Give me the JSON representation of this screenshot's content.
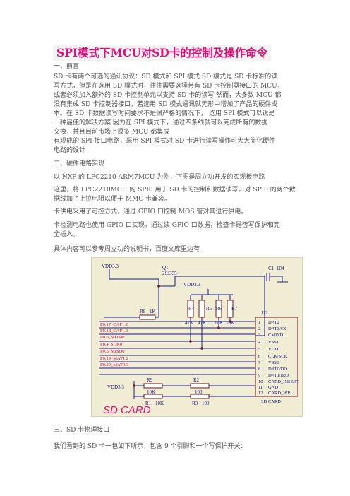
{
  "title": "SPI模式下MCU对SD卡的控制及操作命令",
  "sec1": {
    "heading": "一、前言",
    "lines": [
      "SD 卡有两个可选的通讯协议：SD 模式和 SPI 模式 SD 模式是 SD 卡标准的读",
      "写方式，但是在选用 SD 模式时，往往需要选择带有 SD 卡控制器接口的 MCU，",
      "或者必须加入额外的 SD 卡控制单元以支持 SD 卡的读写 然而，大多数 MCU 都",
      "没有集成 SD 卡控制器接口，若选用 SD 模式通讯就无形中增加了产品的硬件成",
      "本。在 SD 卡数据读写时间要求不是很严格的情况下， 选用 SPI 模式可以说是",
      "一种最佳的解决方案 因为在 SPI 模式下，通过四条线就可以完成所有的数据",
      "交换，并且目前市场上很多 MCU 都集成",
      "有现成的 SPI 接口电路，采用 SPI 模式对 SD 卡进行读写操作可大大简化硬件",
      "电路的设计"
    ]
  },
  "sec2": {
    "heading": "二、硬件电路实现",
    "p1": "以 NXP 的 LPC2210 ARM7MCU 为例，下图是周立功开发的实现板电路",
    "p2": [
      "这里，将 LPC2210MCU 的 SPI0 用于 SD 卡的控制和数据读写。对 SPI0 的两个数",
      "据线加了上拉电阻以便于 MMC 卡兼容。"
    ],
    "p3": "卡供电采用了可控方式，通过 GPIO 口控制 MOS 管对其进行供电。",
    "p4": [
      "卡检测电路也使用 GPIO 口实现。通过读 GPIO 口数据，检查卡是否写保护和完",
      "全插入。"
    ],
    "p5": "具体内容可以参考周立功的说明书，百度文库里边有"
  },
  "schematic": {
    "vdd_top": "VDD3.3",
    "vdd_mid": "VDD3.3",
    "vdd_left": "VDD3.3",
    "q1": "Q1",
    "q1_part": "2SJ355",
    "c1": "C1",
    "c1_val": "104",
    "j12": "J12",
    "r8": "R8",
    "r8_val": "1K",
    "r4": "R4",
    "r5": "R5",
    "r6": "R6",
    "r7": "R7",
    "r4_val": "47K",
    "r5_val": "47K",
    "r6_val": "10K",
    "r7_val": "10K",
    "r9": "R9",
    "r9_val": "10K",
    "r2": "R2",
    "r2_val": "100",
    "r1": "R1",
    "r1_val": "10K",
    "r3": "R3",
    "r3_val": "100",
    "nets": [
      "P0.17_CAP1.2",
      "P0.18_CAP1.3",
      "P0.6_MOSI0",
      "P0.4_SCK0",
      "P0.5_MISO0",
      "P0.19_MAT1.2",
      "P0.29_MAT0.3"
    ],
    "pin_numbers": [
      "1",
      "2",
      "3",
      "4",
      "5",
      "6",
      "7",
      "8",
      "9",
      "10",
      "11",
      "12"
    ],
    "pin_names": [
      "DAT2",
      "DAT3/CS",
      "CMD/DI",
      "VSS1",
      "VDD",
      "CLK/SCK",
      "VSS2",
      "DAT0/DO",
      "DAT1/IRQ",
      "CARD_INSERT",
      "GND",
      "CARD_WP"
    ],
    "footer_sd": "SD CARD",
    "big_label": "SD CARD"
  },
  "sec3": {
    "heading": "三、SD 卡物理接口",
    "p1": "我们看到的 SD 卡一包如下所示，包含 9 个引脚和一个写保护开关："
  }
}
